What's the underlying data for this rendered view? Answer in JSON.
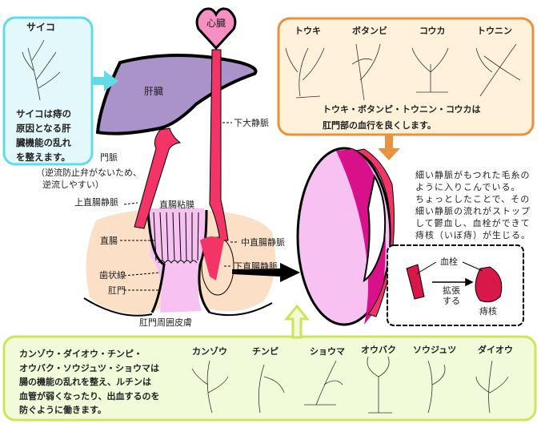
{
  "colors": {
    "saiko_border": "#62dbe8",
    "saiko_fill": "#e2f8fb",
    "orange_border": "#e8913f",
    "orange_fill": "#fff1da",
    "green_border": "#cde45a",
    "green_fill": "#f1fbd9",
    "liver": "#a993c9",
    "vein": "#f23466",
    "skin": "#fbdfc6",
    "mucosa": "#f7c2f2",
    "heart": "#f88fc2"
  },
  "saiko": {
    "title": "サイコ",
    "lines": [
      "サイコは痔の",
      "原因となる肝",
      "臓機能の乱れ",
      "を整えます。"
    ]
  },
  "labels": {
    "heart": "心臓",
    "liver": "肝臓",
    "ivc": "下大静脈",
    "portal": "門脈",
    "portal_note1": "（逆流防止弁がないため、",
    "portal_note2": "逆流しやすい）",
    "sup_rectal": "上直腸静脈",
    "mucosa": "直腸粘膜",
    "rectum": "直腸",
    "dentate": "歯状線",
    "anus": "肛門",
    "mid_rectal": "中直腸静脈",
    "inf_rectal": "下直腸静脈",
    "perianal": "肛門周囲皮膚"
  },
  "top_herbs": {
    "names": [
      "トウキ",
      "ボタンビ",
      "コウカ",
      "トウニン"
    ],
    "lines": [
      "トウキ・ボタンピ・トウニン・コウカは",
      "肛門部の血行を良くします。"
    ]
  },
  "explain": {
    "lines": [
      "細い静脈がもつれた毛糸の",
      "ように入りこんでいる。",
      "ちょっとしたことで、その",
      "細い静脈の流れがストップ",
      "して鬱血し、血栓ができて",
      "痔核（いぼ痔）が生じる。"
    ]
  },
  "inset": {
    "thrombus": "血栓",
    "expand1": "拡張",
    "expand2": "する",
    "hemorrhoid": "痔核"
  },
  "bottom_herbs": {
    "names": [
      "カンゾウ",
      "チンピ",
      "ショウマ",
      "オウバク",
      "ソウジュツ",
      "ダイオウ"
    ],
    "lines": [
      "カンゾウ・ダイオウ・チンピ・",
      "オウバク・ソウジュツ・ショウマは",
      "腸の機能の乱れを整え、ルチンは",
      "血管が弱くなったり、出血するのを",
      "防ぐように働きます。"
    ]
  }
}
